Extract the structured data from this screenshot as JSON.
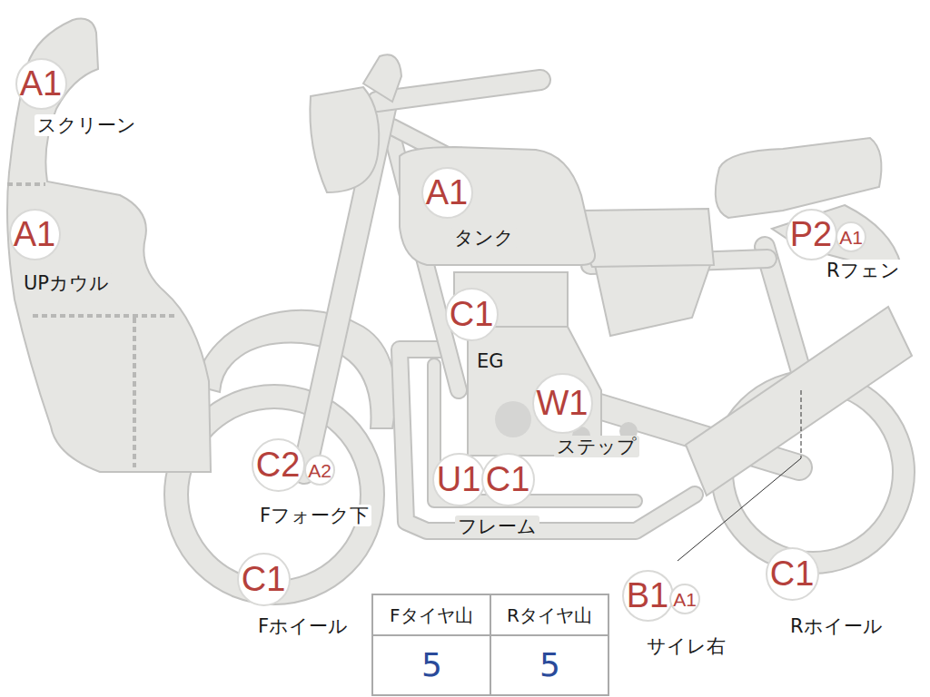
{
  "diagram": {
    "nodes": [
      {
        "text": [
          "A1"
        ]
      },
      {
        "text": [
          "A1"
        ]
      },
      {
        "text": [
          "A1"
        ]
      },
      {
        "text": [
          "P2"
        ]
      },
      {
        "text": [
          "A1"
        ]
      },
      {
        "text": [
          "C1"
        ]
      },
      {
        "text": [
          "W1"
        ]
      },
      {
        "text": [
          "C2"
        ]
      },
      {
        "text": [
          "A2"
        ]
      },
      {
        "text": [
          "U1"
        ]
      },
      {
        "text": [
          "C1"
        ]
      },
      {
        "text": [
          "C1"
        ]
      },
      {
        "text": [
          "B1"
        ]
      },
      {
        "text": [
          "A1"
        ]
      },
      {
        "text": [
          "C1"
        ]
      }
    ],
    "labels": [
      "スクリーン",
      "UPカウル",
      "タンク",
      "Rフェン",
      "EG",
      "ステップ",
      "Fフォーク下",
      "フレーム",
      "Fホイール",
      "サイレ右",
      "Rホイール",
      "Fタイヤ山",
      "Rタイヤ山",
      "5",
      "5"
    ]
  }
}
